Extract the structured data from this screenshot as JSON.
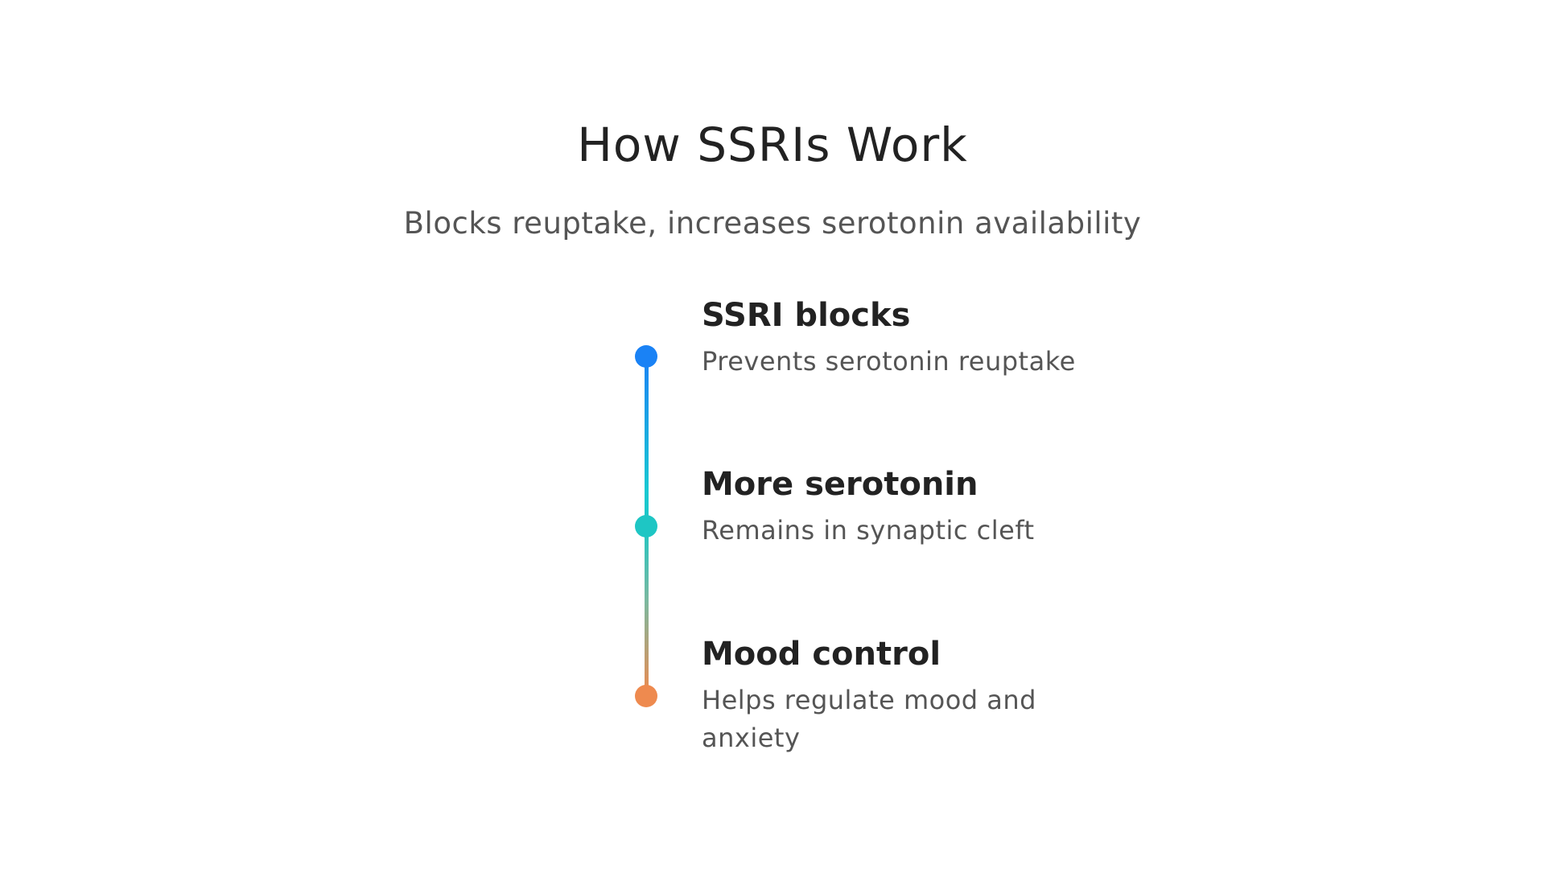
{
  "header": {
    "title": "How SSRIs Work",
    "subtitle": "Blocks reuptake, increases serotonin availability"
  },
  "timeline": {
    "colors": {
      "start": "#1a82f5",
      "middle": "#1ec6c4",
      "end": "#ee8a4f"
    },
    "steps": [
      {
        "title": "SSRI blocks",
        "description": "Prevents serotonin reuptake",
        "color": "#1a82f5"
      },
      {
        "title": "More serotonin",
        "description": "Remains in synaptic cleft",
        "color": "#1ec6c4"
      },
      {
        "title": "Mood control",
        "description": "Helps regulate mood and anxiety",
        "color": "#ee8a4f"
      }
    ]
  }
}
